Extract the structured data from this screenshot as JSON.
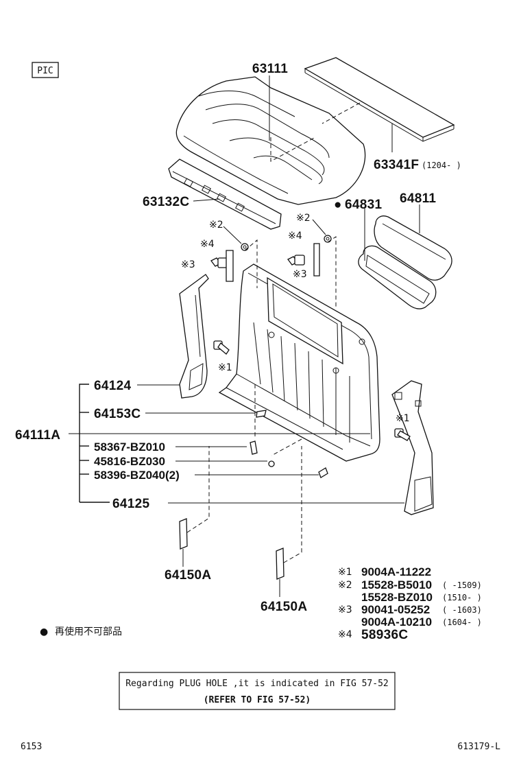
{
  "badge": "PIC",
  "callouts": {
    "roof_panel": "63111",
    "roof_pad": "63341F",
    "roof_pad_range": "(1204-     )",
    "header_panel": "63132C",
    "glass_seal_mark": "●",
    "glass_seal": "64831",
    "back_glass": "64811",
    "back_panel_upper_left": "64124",
    "back_panel_seal": "64153C",
    "back_panel": "64111A",
    "clip_1": "58367-BZ010",
    "hole_plug": "45816-BZ030",
    "clip_2": "58396-BZ040(2)",
    "back_panel_upper_right": "64125",
    "cover_left": "64150A",
    "cover_right": "64150A"
  },
  "ref_marks": {
    "m1_left": "※1",
    "m1_right": "※1",
    "m2_left": "※2",
    "m2_right": "※2",
    "m3_left": "※3",
    "m3_right": "※3",
    "m4_left": "※4",
    "m4_right": "※4"
  },
  "legend": [
    {
      "mark": "※1",
      "part": "9004A-11222",
      "range": ""
    },
    {
      "mark": "※2",
      "part": "15528-B5010",
      "range": "(     -1509)"
    },
    {
      "mark": "",
      "part": "15528-BZ010",
      "range": "(1510-     )"
    },
    {
      "mark": "※3",
      "part": "90041-05252",
      "range": "(     -1603)"
    },
    {
      "mark": "",
      "part": "9004A-10210",
      "range": "(1604-     )"
    },
    {
      "mark": "※4",
      "part": "58936C",
      "range": ""
    }
  ],
  "non_reusable_note": {
    "bullet": "●",
    "text": "再使用不可部品"
  },
  "notice": {
    "line1": "Regarding PLUG HOLE ,it is indicated in FIG 57-52",
    "line2": "(REFER TO FIG 57-52)"
  },
  "footer": {
    "left": "6153",
    "right": "613179-L"
  }
}
